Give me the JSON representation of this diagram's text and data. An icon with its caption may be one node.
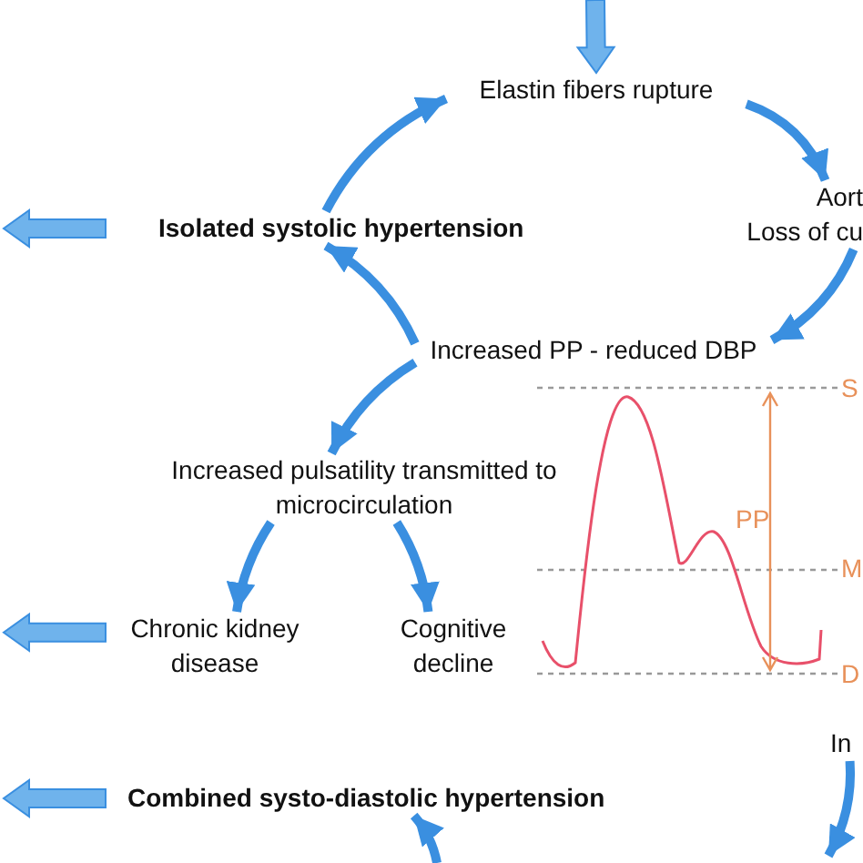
{
  "diagram": {
    "nodes": [
      {
        "text": [
          "Elastin fibers rupture"
        ]
      },
      {
        "text": [
          "Aort",
          "Loss of cu"
        ]
      },
      {
        "text": [
          "Isolated systolic hypertension"
        ]
      },
      {
        "text": [
          "Increased PP - reduced DBP"
        ]
      },
      {
        "text": [
          "Increased pulsatility transmitted to microcirculation"
        ]
      },
      {
        "text": [
          "Chronic kidney disease"
        ]
      },
      {
        "text": [
          "Cognitive decline"
        ]
      },
      {
        "text": [
          "In"
        ]
      },
      {
        "text": [
          "Combined systo-diastolic hypertension"
        ]
      }
    ],
    "edges": [
      {
        "from": null,
        "to": 0,
        "arrow": "to",
        "style": "thick"
      },
      {
        "from": 0,
        "to": 1,
        "arrow": "to"
      },
      {
        "from": 1,
        "to": 3,
        "arrow": "to"
      },
      {
        "from": 3,
        "to": 2,
        "arrow": "to"
      },
      {
        "from": 2,
        "to": 0,
        "arrow": "to"
      },
      {
        "from": 3,
        "to": 4,
        "arrow": "to"
      },
      {
        "from": 4,
        "to": 5,
        "arrow": "to"
      },
      {
        "from": 4,
        "to": 6,
        "arrow": "to"
      },
      {
        "from": 7,
        "to": null,
        "arrow": "to"
      },
      {
        "from": null,
        "to": 8,
        "arrow": "to"
      },
      {
        "from": 2,
        "to": null,
        "arrow": "to",
        "style": "thick"
      },
      {
        "from": 5,
        "to": null,
        "arrow": "to",
        "style": "thick"
      },
      {
        "from": 8,
        "to": null,
        "arrow": "to",
        "style": "thick"
      }
    ],
    "labels": [
      "S",
      "PP",
      "M",
      "D"
    ]
  }
}
